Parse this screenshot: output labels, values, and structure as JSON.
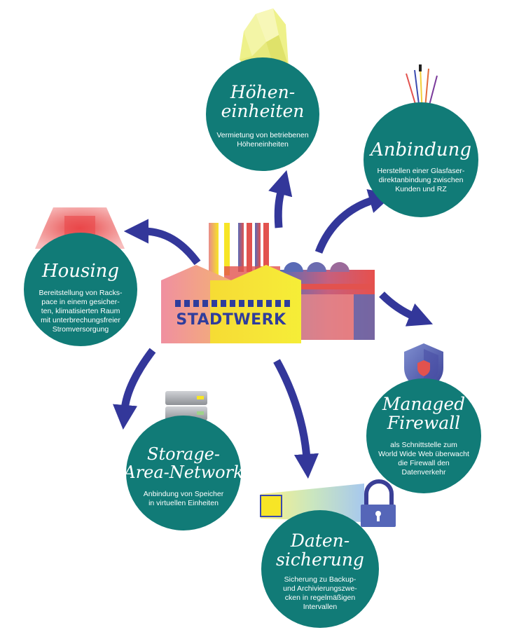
{
  "center": {
    "label": "STADTWERK"
  },
  "services": [
    {
      "id": "hoeheneinheiten",
      "title_lines": [
        "Höhen-",
        "einheiten"
      ],
      "desc_lines": [
        "Vermietung von betriebenen",
        "Höheneinheiten"
      ],
      "icon": "crystal-icon"
    },
    {
      "id": "anbindung",
      "title_lines": [
        "Anbindung"
      ],
      "desc_lines": [
        "Herstellen einer Glasfaser-",
        "direktanbindung zwischen",
        "Kunden und RZ"
      ],
      "icon": "fiber-cable-icon"
    },
    {
      "id": "housing",
      "title_lines": [
        "Housing"
      ],
      "desc_lines": [
        "Bereitstellung von Racks-",
        "pace in einem gesicher-",
        "ten, klimatisierten Raum",
        "mit unterbrechungsfreier",
        "Stromversorgung"
      ],
      "icon": "housing-box-icon"
    },
    {
      "id": "managed-firewall",
      "title_lines": [
        "Managed",
        "Firewall"
      ],
      "desc_lines": [
        "als Schnittstelle zum",
        "World Wide Web überwacht",
        "die Firewall den",
        "Datenverkehr"
      ],
      "icon": "shield-icon"
    },
    {
      "id": "storage-area-network",
      "title_lines": [
        "Storage-",
        "Area-Network"
      ],
      "desc_lines": [
        "Anbindung von Speicher",
        "in virtuellen Einheiten"
      ],
      "icon": "server-stack-icon"
    },
    {
      "id": "datensicherung",
      "title_lines": [
        "Daten-",
        "sicherung"
      ],
      "desc_lines": [
        "Sicherung zu Backup-",
        "und Archivierungszwe-",
        "cken in regelmäßigen",
        "Intervallen"
      ],
      "icon": "padlock-data-icon"
    }
  ],
  "colors": {
    "circle": "#117b77",
    "arrow": "#33379a",
    "factory_yellow": "#f5e30f",
    "factory_pink": "#e98b8b",
    "factory_blue": "#5c6fb5",
    "factory_red": "#e2524e"
  }
}
